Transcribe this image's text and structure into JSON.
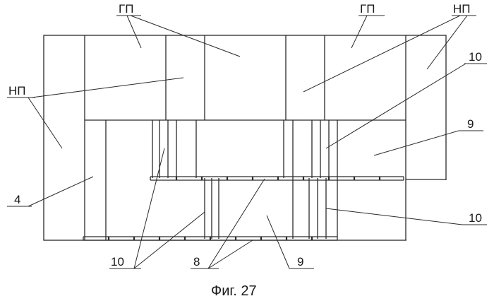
{
  "labels": {
    "gp_left": "ГП",
    "gp_right": "ГП",
    "np_left": "НП",
    "np_right": "НП",
    "ten_top_right": "10",
    "nine_right": "9",
    "four": "4",
    "ten_right_lower": "10",
    "ten_bottom": "10",
    "eight": "8",
    "nine_bottom": "9"
  },
  "caption": "Фиг. 27",
  "colors": {
    "line": "#2a2a2a",
    "background": "#ffffff"
  }
}
